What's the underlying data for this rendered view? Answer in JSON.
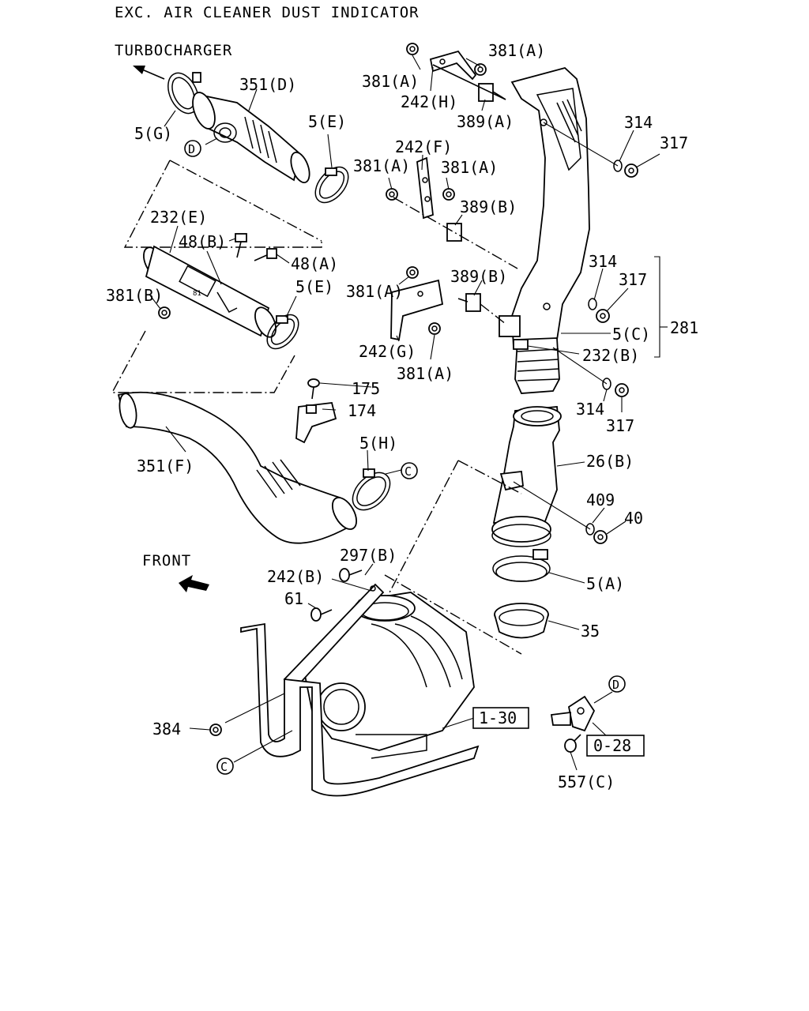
{
  "title": "EXC. AIR CLEANER DUST INDICATOR",
  "directions": {
    "turbocharger": "TURBOCHARGER",
    "front": "FRONT"
  },
  "callouts": {
    "c1": "381(A)",
    "c2": "381(A)",
    "c3": "242(H)",
    "c4": "389(A)",
    "c5": "351(D)",
    "c6": "5(G)",
    "c7": "D",
    "c8": "5(E)",
    "c9": "242(F)",
    "c10": "381(A)",
    "c11": "381(A)",
    "c12": "389(B)",
    "c13": "314",
    "c14": "317",
    "c15": "232(E)",
    "c16": "48(B)",
    "c17": "48(A)",
    "c18": "381(B)",
    "c19": "5(E)",
    "c20": "381(A)",
    "c21": "389(B)",
    "c22": "314",
    "c23": "317",
    "c24": "5(C)",
    "c25": "281",
    "c26": "232(B)",
    "c27": "242(G)",
    "c28": "381(A)",
    "c29": "175",
    "c30": "174",
    "c31": "314",
    "c32": "317",
    "c33": "351(F)",
    "c34": "5(H)",
    "c35": "C",
    "c36": "26(B)",
    "c37": "409",
    "c38": "40",
    "c39": "297(B)",
    "c40": "242(B)",
    "c41": "61",
    "c42": "5(A)",
    "c43": "35",
    "c44": "D",
    "c45": "1-30",
    "c46": "0-28",
    "c47": "384",
    "c48": "C",
    "c49": "557(C)"
  }
}
